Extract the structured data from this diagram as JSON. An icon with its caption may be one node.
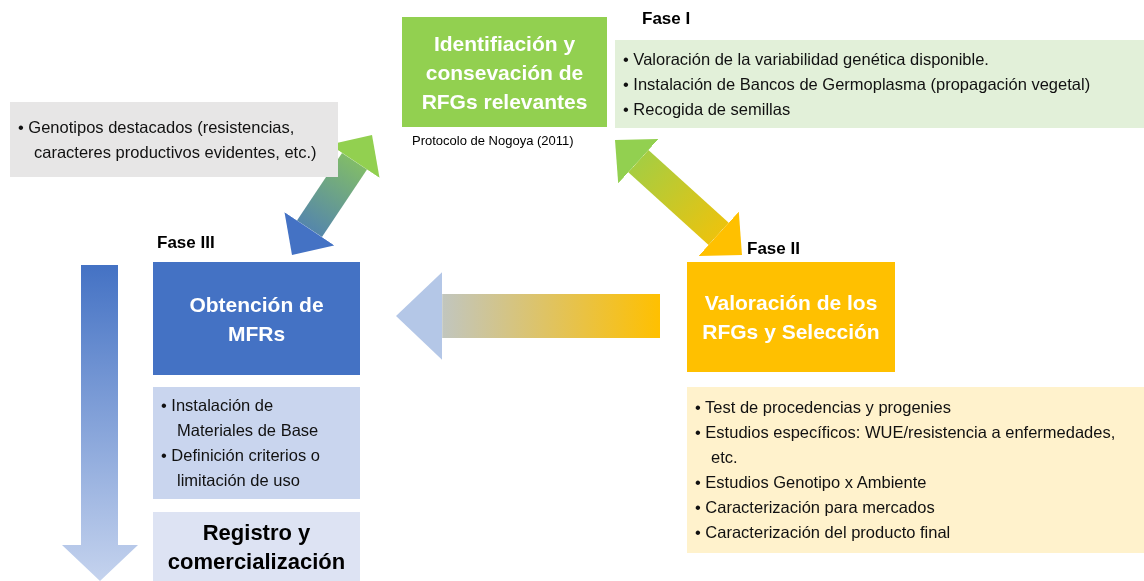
{
  "diagram": {
    "nodes": [
      {
        "text": [
          "Identifiación y consevación de RFGs relevantes"
        ],
        "beside": [
          "Protocolo de Nogoya (2011)"
        ]
      },
      {
        "text": [
          "• Valoración de la variabilidad genética disponible.",
          "• Instalación de Bancos de Germoplasma (propagación vegetal)",
          "• Recogida de semillas"
        ]
      },
      {
        "text": [
          "• Genotipos destacados (resistencias, caracteres productivos evidentes, etc.)"
        ]
      },
      {
        "text": [
          "Obtención de MFRs"
        ]
      },
      {
        "text": [
          "• Instalación de Materiales de Base",
          "• Definición criterios o limitación de uso"
        ]
      },
      {
        "text": [
          "Registro y comercialización"
        ]
      },
      {
        "text": [
          "Valoración de los RFGs y Selección"
        ]
      },
      {
        "text": [
          "• Test de procedencias y progenies",
          "• Estudios específicos: WUE/resistencia a enfermedades, etc.",
          "• Estudios Genotipo x Ambiente",
          "• Caracterización para mercados",
          "• Caracterización del producto final"
        ]
      }
    ],
    "edges": [
      {
        "from": 0,
        "to": 3,
        "arrow": "both"
      },
      {
        "from": 0,
        "to": 6,
        "arrow": "both"
      },
      {
        "from": 6,
        "to": 3,
        "arrow": "to"
      }
    ],
    "labels": [
      "Fase I",
      "Fase III",
      "Fase II"
    ]
  }
}
